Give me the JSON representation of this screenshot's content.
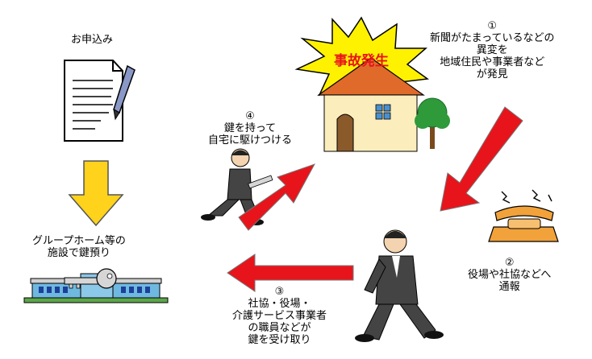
{
  "application": {
    "label": "お申込み"
  },
  "storage": {
    "line1": "グループホーム等の",
    "line2": "施設で鍵預り"
  },
  "accident": {
    "label": "事故発生"
  },
  "steps": {
    "s1": {
      "num": "①",
      "line1": "新聞がたまっているなどの",
      "line2": "異変を",
      "line3": "地域住民や事業者など",
      "line4": "が発見"
    },
    "s2": {
      "num": "②",
      "line1": "役場や社協などへ",
      "line2": "通報"
    },
    "s3": {
      "num": "③",
      "line1": "社協・役場・",
      "line2": "介護サービス事業者",
      "line3": "の職員などが",
      "line4": "鍵を受け取り"
    },
    "s4": {
      "num": "④",
      "line1": "鍵を持って",
      "line2": "自宅に駆けつける"
    }
  },
  "colors": {
    "arrow_red": "#e8141b",
    "arrow_yellow": "#ffd21c",
    "burst": "#fff200",
    "house_wall": "#fbeebc",
    "roof": "#e06a2a",
    "building": "#6fb9e0"
  }
}
